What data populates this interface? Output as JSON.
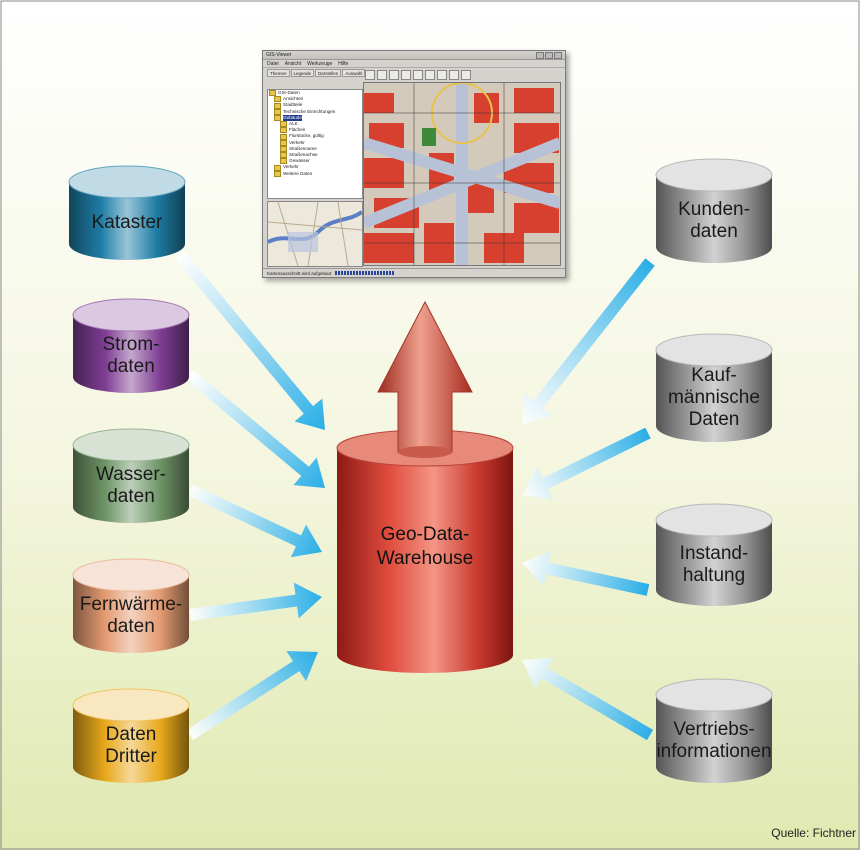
{
  "colors": {
    "background_top": "#ffffff",
    "background_bottom": "#dfe9b0",
    "arrow": "#35b4e6",
    "center_cylinder": "#c6372c",
    "center_arrow": "#c94a3a"
  },
  "left_sources": [
    {
      "lines": [
        "Kataster"
      ],
      "color": "#1f7ea6"
    },
    {
      "lines": [
        "Strom-",
        "daten"
      ],
      "color": "#7f3d93"
    },
    {
      "lines": [
        "Wasser-",
        "daten"
      ],
      "color": "#6f9567"
    },
    {
      "lines": [
        "Fernwärme-",
        "daten"
      ],
      "color": "#e49c72"
    },
    {
      "lines": [
        "Daten",
        "Dritter"
      ],
      "color": "#e9a91c"
    }
  ],
  "right_sources": [
    {
      "lines": [
        "Kunden-",
        "daten"
      ],
      "color": "#9a9a9a"
    },
    {
      "lines": [
        "Kauf-",
        "männische",
        "Daten"
      ],
      "color": "#9a9a9a"
    },
    {
      "lines": [
        "Instand-",
        "haltung"
      ],
      "color": "#9a9a9a"
    },
    {
      "lines": [
        "Vertriebs-",
        "informationen"
      ],
      "color": "#9a9a9a"
    }
  ],
  "center": {
    "lines": [
      "Geo-Data-",
      "Warehouse"
    ]
  },
  "source_note": "Quelle: Fichtner",
  "gis_window": {
    "title": "GIS-Viewer",
    "menu": [
      "Datei",
      "Ansicht",
      "Werkzeuge",
      "Hilfe"
    ],
    "tabs": [
      "Themen",
      "Legende",
      "Darstellen",
      "Auswahl"
    ],
    "tree": [
      "GIS-Daten",
      "Ansichten",
      "Stadtteile",
      "Technische Einrichtungen",
      "Gebäude",
      "ALK",
      "Flächen",
      "Flurstücke, gültig",
      "Verkehr",
      "Straßenname",
      "Straßenachse",
      "Gewässer",
      "Verkehr",
      "Weitere Daten"
    ],
    "status": "Kartenausschnitt wird aufgebaut"
  }
}
